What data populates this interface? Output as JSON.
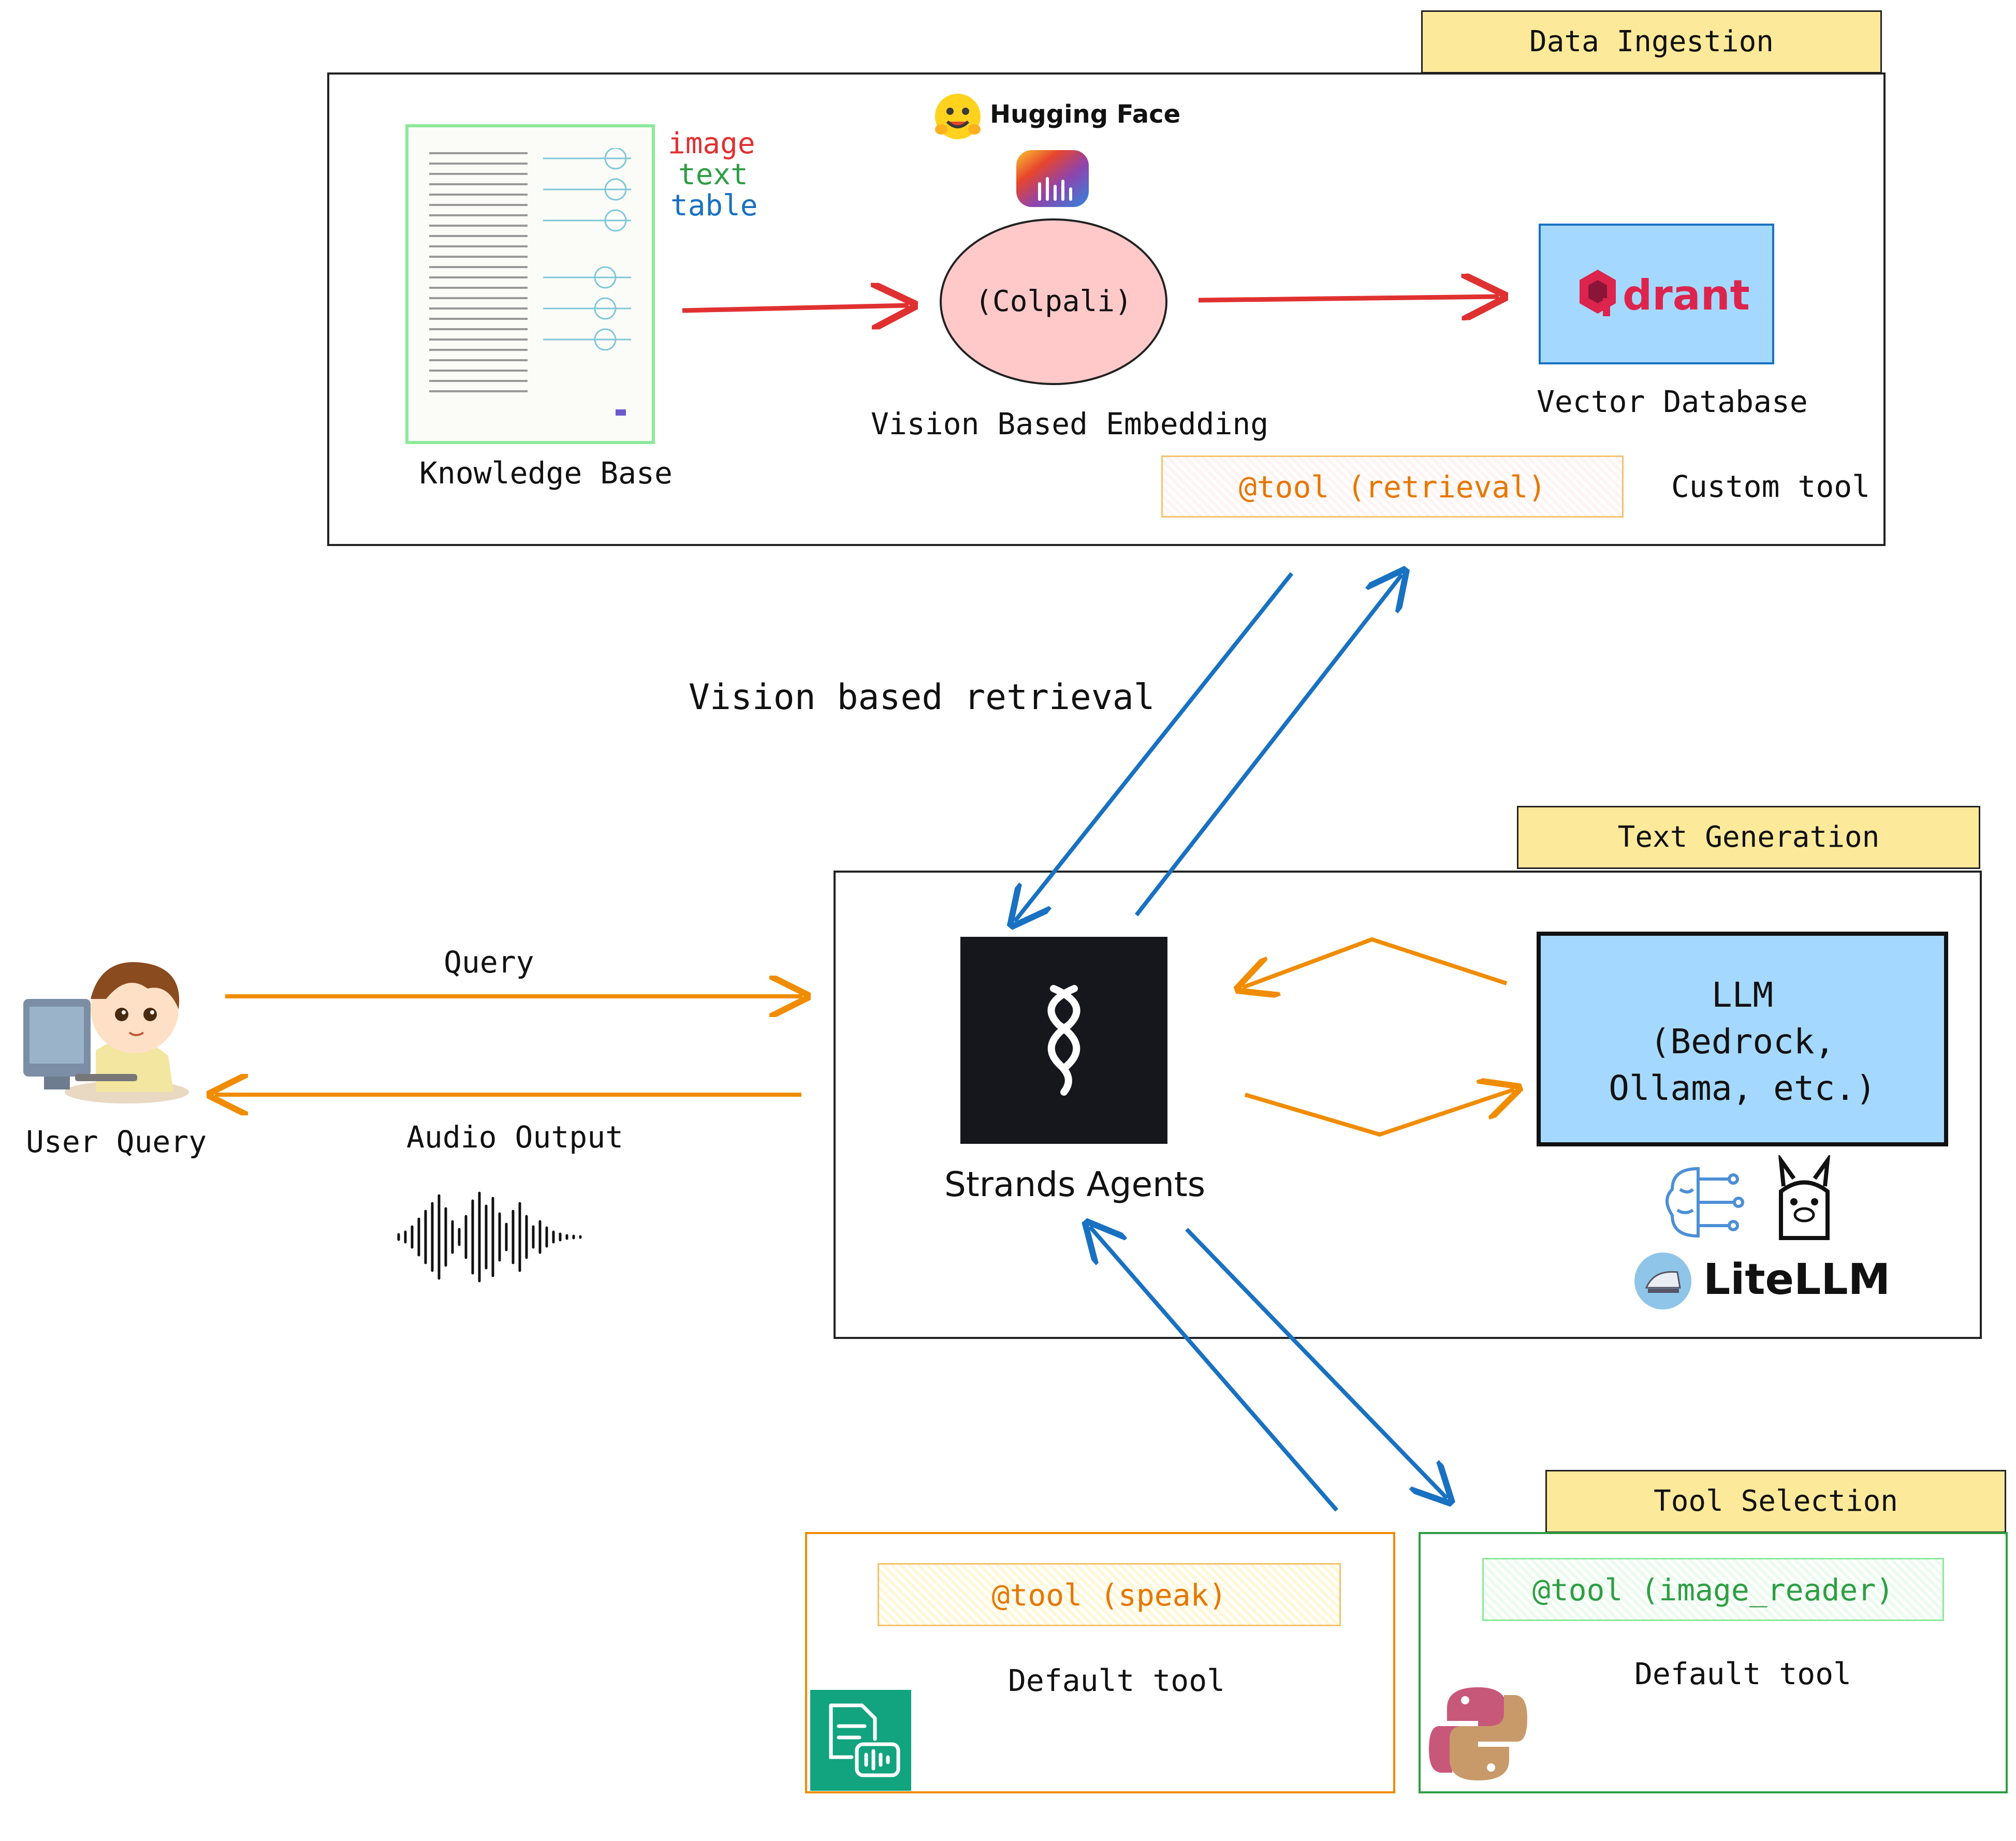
{
  "sections": {
    "data_ingestion": {
      "tag": "Data Ingestion",
      "knowledge_base_label": "Knowledge Base",
      "modalities": [
        "image",
        "text",
        "table"
      ],
      "hugging_face_label": "Hugging Face",
      "embedding_model": "(Colpali)",
      "embedding_label": "Vision Based Embedding",
      "vector_db_logo": "drant",
      "vector_db_label": "Vector Database",
      "retrieval_tool": "@tool (retrieval)",
      "custom_tool_label": "Custom tool"
    },
    "retrieval_label": "Vision based retrieval",
    "user": {
      "label": "User Query",
      "query_label": "Query",
      "audio_output_label": "Audio Output"
    },
    "text_generation": {
      "tag": "Text Generation",
      "agent_label": "Strands Agents",
      "llm_lines": [
        "LLM",
        "(Bedrock,",
        "Ollama, etc.)"
      ],
      "litellm_label": "LiteLLM"
    },
    "tool_selection": {
      "tag": "Tool Selection",
      "speak_tool": "@tool (speak)",
      "speak_caption": "Default tool",
      "image_tool": "@tool (image_reader)",
      "image_caption": "Default tool"
    }
  },
  "colors": {
    "tag_fill": "#fde99a",
    "arrow_red": "#e03131",
    "arrow_orange": "#f08c00",
    "arrow_blue": "#1971c2",
    "llm_fill": "#a5d8ff",
    "colpali_fill": "#ffc9c9",
    "qdrant_fill": "#a5d8ff",
    "agent_fill": "#15171c",
    "speak_icon_fill": "#12a37f",
    "image_tool_green": "#2f9e44"
  },
  "icons": [
    "hugging-face-icon",
    "colpali-icon",
    "qdrant-logo",
    "child-at-computer-icon",
    "sound-wave-icon",
    "strands-logo",
    "brain-circuit-icon",
    "llama-icon",
    "litellm-icon",
    "text-to-speech-icon",
    "python-image-icon"
  ]
}
